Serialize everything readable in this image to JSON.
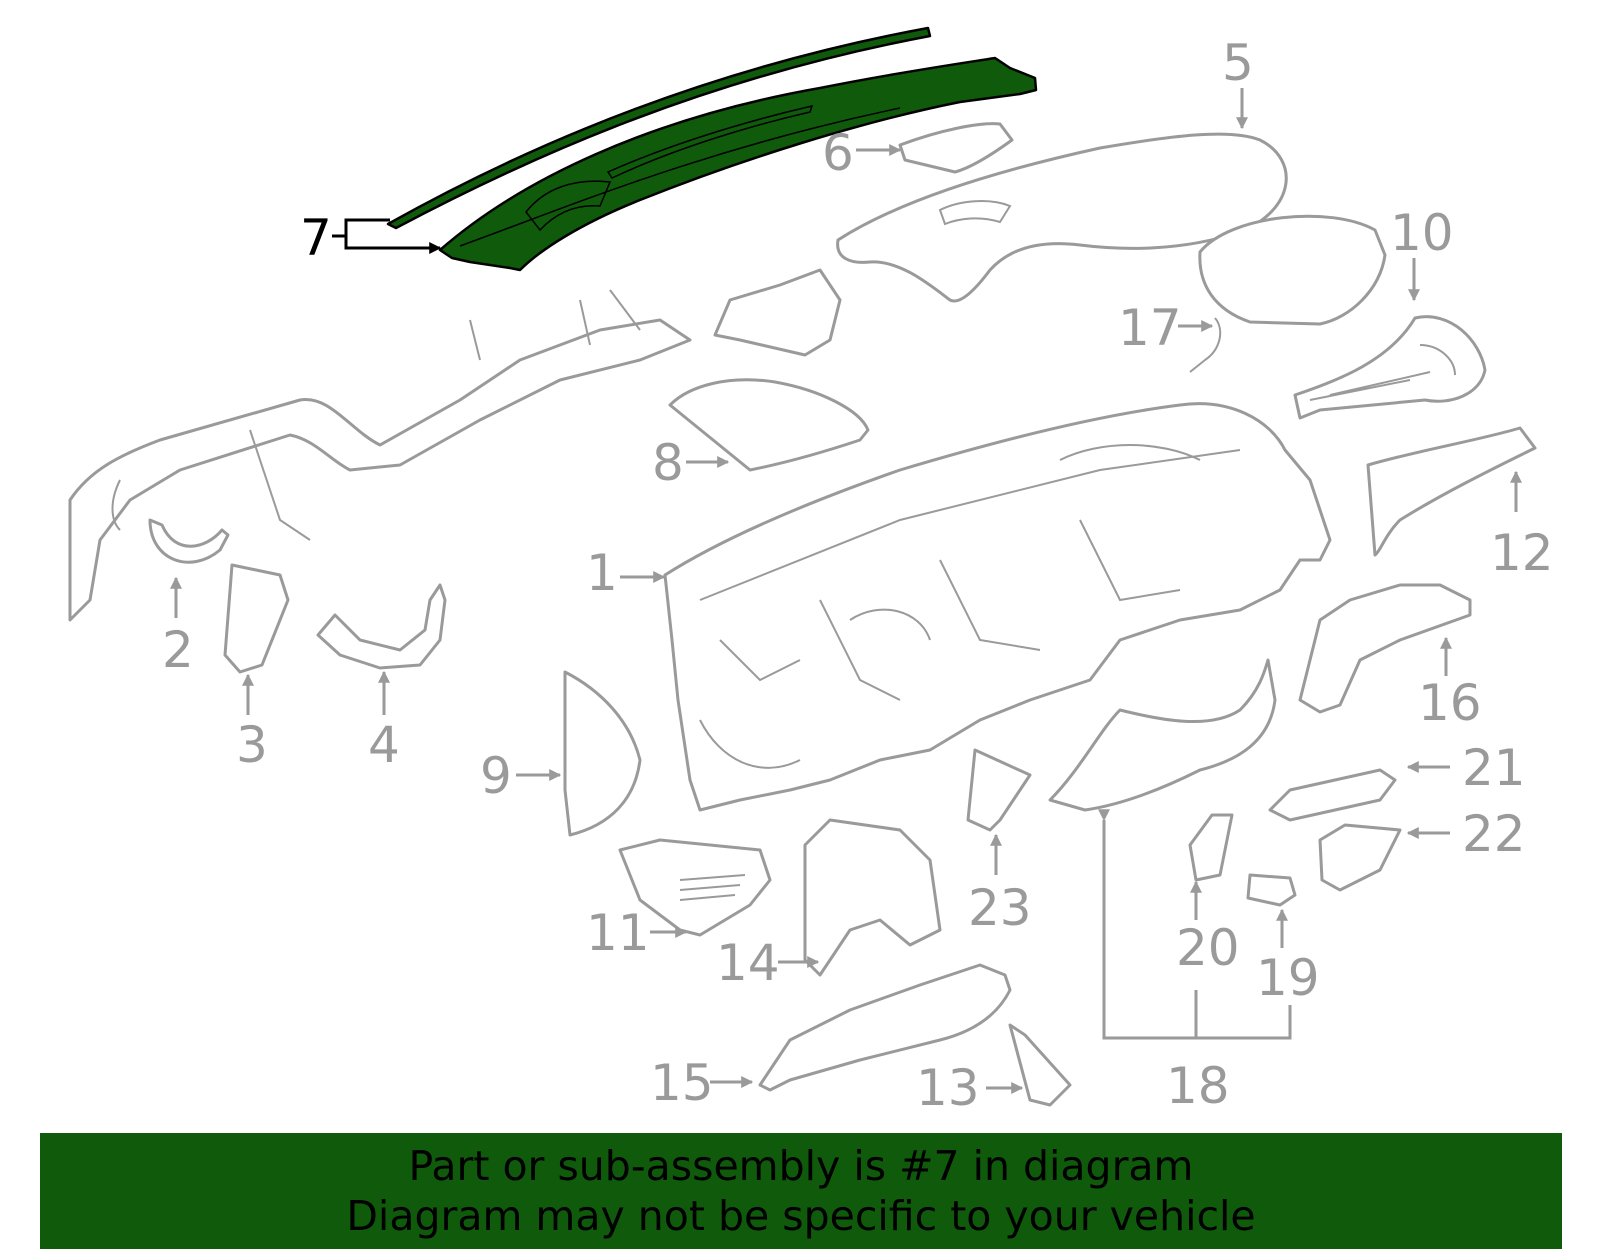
{
  "colors": {
    "highlight": "#0f5a0b",
    "part_stroke": "#9a9a9a",
    "banner": "#0f5a0b",
    "text": "#000000"
  },
  "highlighted_part": "7",
  "callouts": [
    "1",
    "2",
    "3",
    "4",
    "5",
    "6",
    "7",
    "8",
    "9",
    "10",
    "11",
    "12",
    "13",
    "14",
    "15",
    "16",
    "17",
    "18",
    "19",
    "20",
    "21",
    "22",
    "23"
  ],
  "banner": {
    "line1": "Part or sub-assembly is #7 in diagram",
    "line2": "Diagram may not be specific to your vehicle"
  }
}
